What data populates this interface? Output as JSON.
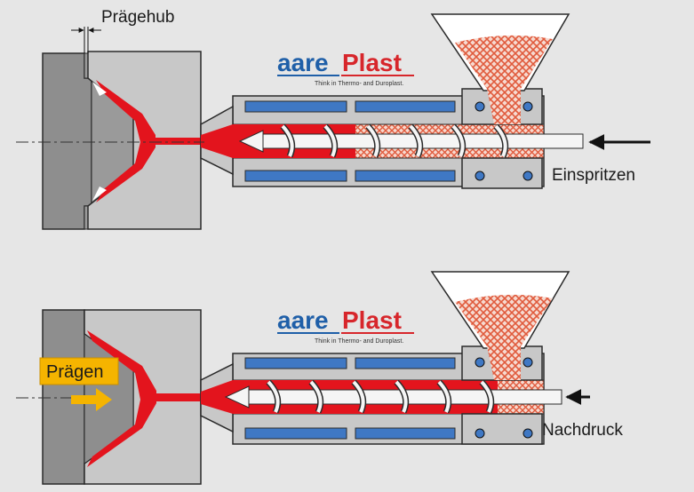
{
  "labels": {
    "praegehub": "Prägehub",
    "einspritzen": "Einspritzen",
    "praegen": "Prägen",
    "nachdruck": "Nachdruck"
  },
  "logo": {
    "brand_part1": "aare",
    "brand_part2": "Plast",
    "tagline": "Think in Thermo- and Duroplast."
  },
  "colors": {
    "melt": "#e3141d",
    "granulate": "#e8a48c",
    "mold_dark": "#8e8e8e",
    "mold_light": "#c8c8c8",
    "heater": "#3f78c4",
    "praegen_badge": "#f5b400",
    "brand_blue": "#1f5fa8",
    "brand_red": "#d7262b"
  }
}
